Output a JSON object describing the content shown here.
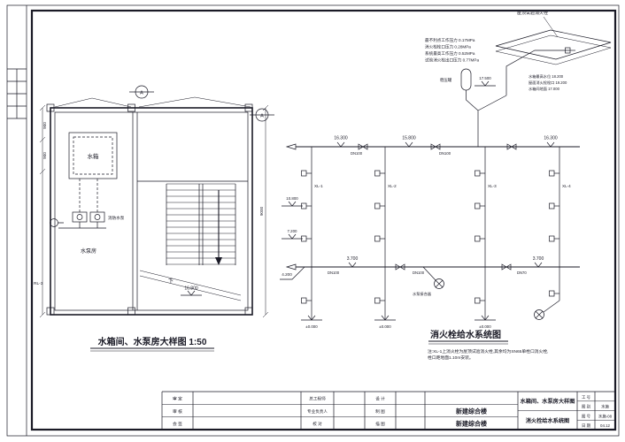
{
  "plan": {
    "title": "水箱间、水泵房大样图 1:50",
    "tank_label": "水箱",
    "pump_room_label": "水泵房",
    "pump_label": "消防水泵",
    "down_label": "下",
    "stairs_elev": "16.800",
    "section_label": "A",
    "dims_left": [
      "900",
      "900"
    ],
    "dim_right": "9000",
    "rl_label": "RL-3"
  },
  "system": {
    "title": "消火栓给水系统图",
    "note_line1": "注:XL-1上消火栓为屋顶试验消火栓,其余均为SN65单栓口消火栓,",
    "note_line2": "栓口距地面1.10m安装。",
    "top_elevs": [
      "16.300",
      "15.800",
      "16.300"
    ],
    "risers": [
      "XL-1",
      "XL-2",
      "XL-3",
      "XL-4"
    ],
    "level_flags": [
      "10.800",
      "7.200"
    ],
    "lower_elevs": [
      "3.700",
      "3.700"
    ],
    "branch_elev": "4.200",
    "ground_marks": [
      "±0.000",
      "±0.000",
      "±0.000"
    ],
    "pipes": {
      "top1": "DN100",
      "top2": "DN100",
      "low1": "DN100",
      "low2": "DN100",
      "low3": "DN70"
    },
    "pump_joint_label": "水泵接合器"
  },
  "roof": {
    "title": "屋顶试验消火栓",
    "tank_label": "稳压罐",
    "elev": "17.500",
    "pressure_notes": [
      "最不利点工作压力 0.17MPa",
      "消火栓栓口压力 0.28MPa",
      "系统最高工作压力 0.52MPa",
      "试验消火栓出口压力 0.77MPa"
    ],
    "elev_notes": [
      "水箱最高水位 18.200",
      "屋面消火栓栓口 19.200",
      "水箱间地面 17.000"
    ]
  },
  "titleblock": {
    "sig_rows": [
      "审 定",
      "审 核",
      "会 签"
    ],
    "roles_left": [
      "总工程师",
      "专业负责人",
      "校 对"
    ],
    "roles_right": [
      "设 计",
      "制 图",
      "描 图"
    ],
    "project_line1": "新建综合楼",
    "project_line2": "新建综合楼",
    "drawing_line1": "水箱间、水泵房大样图",
    "drawing_line2": "消火栓给水系统图",
    "right_rows": [
      {
        "label": "工 号",
        "value": ""
      },
      {
        "label": "图 别",
        "value": "水施"
      },
      {
        "label": "图 号",
        "value": "水施-08"
      },
      {
        "label": "日 期",
        "value": "04.12"
      }
    ]
  },
  "colors": {
    "line": "#1a1a26",
    "paper": "#ffffff"
  }
}
